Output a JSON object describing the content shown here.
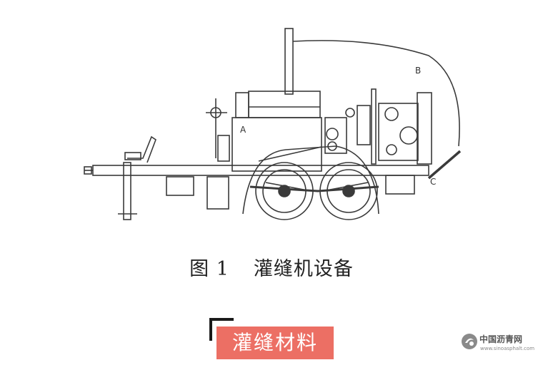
{
  "figure": {
    "labels": {
      "a": "A",
      "b": "B",
      "c": "C"
    },
    "caption_number": "图 1",
    "caption_title": "灌缝机设备"
  },
  "tag": {
    "text": "灌缝材料",
    "color": "#ec6f64"
  },
  "watermark": {
    "name": "中国沥青网",
    "url": "www.sinoasphalt.com",
    "icon": "sinoasphalt-logo-icon"
  }
}
